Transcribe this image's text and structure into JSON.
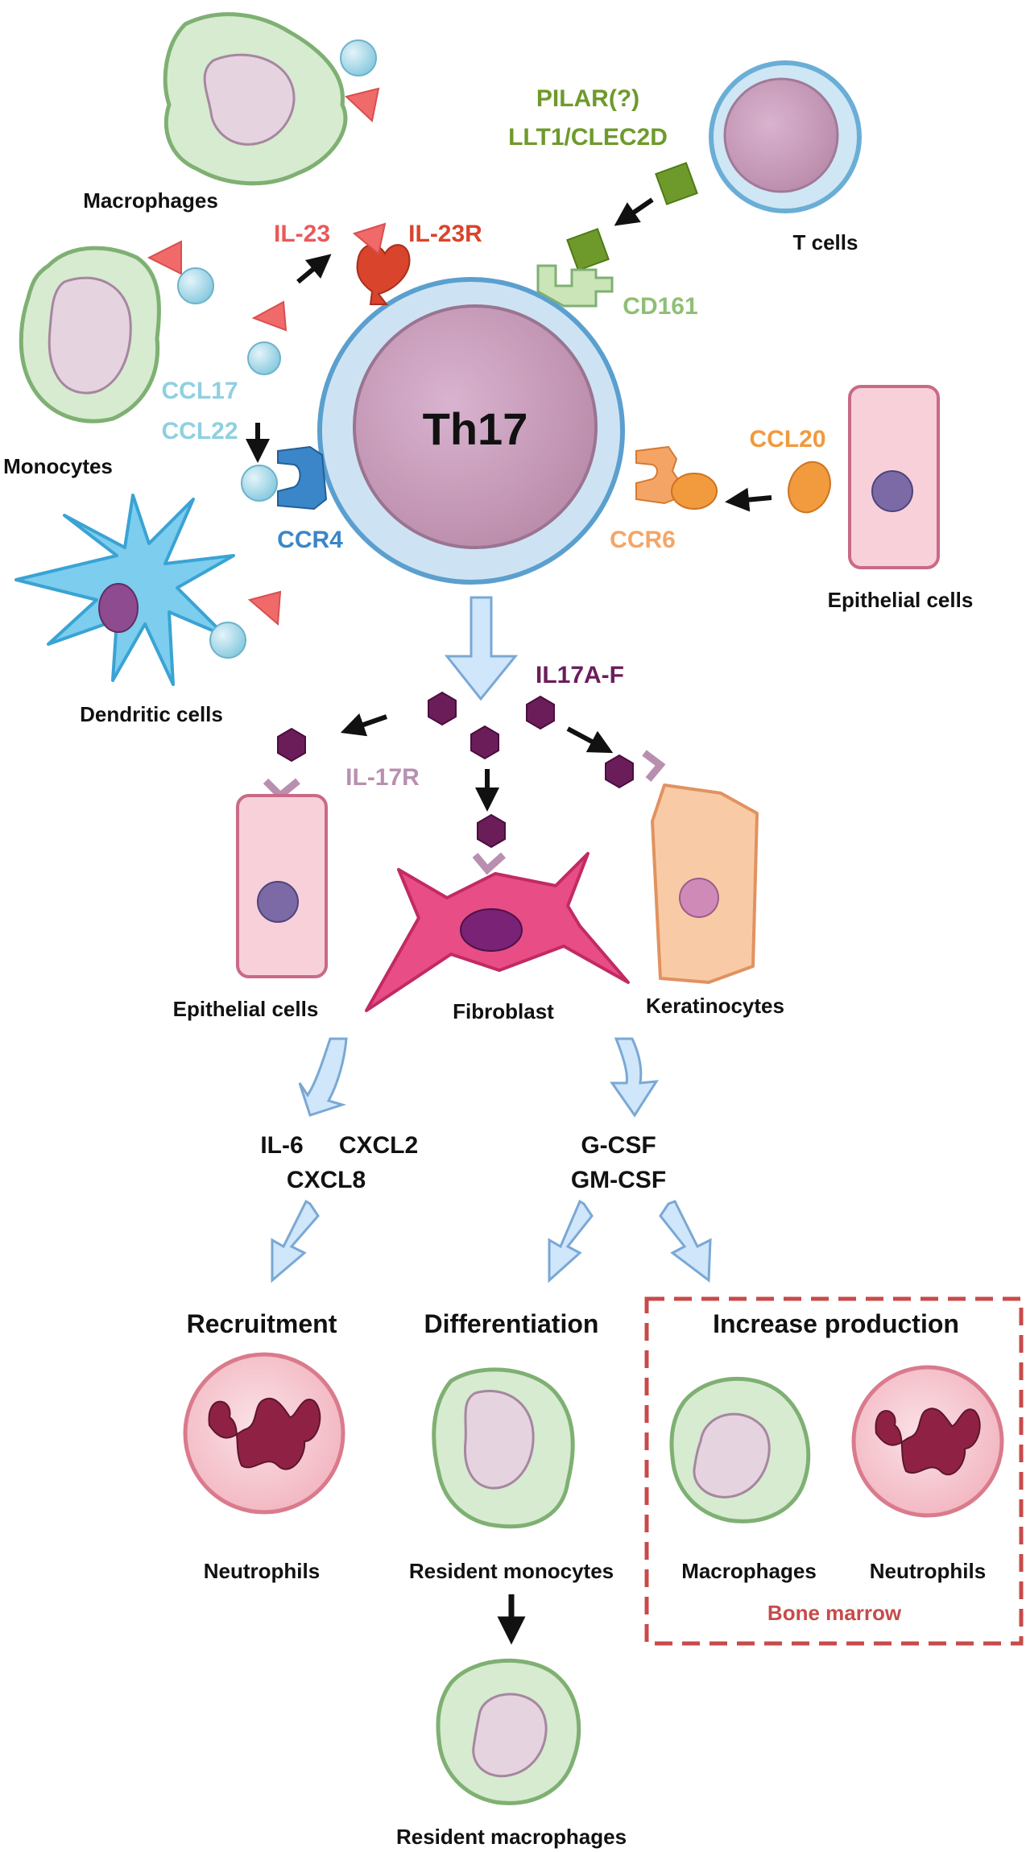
{
  "colors": {
    "il23": "#e85a5a",
    "il23r": "#d9442c",
    "pilar": "#6e9a2b",
    "cd161": "#8fbf75",
    "ccl17": "#8fd0e0",
    "ccr4": "#3a86c9",
    "ccl20": "#f19a3e",
    "ccr6": "#f4a566",
    "il17": "#6b1d5a",
    "il17r": "#b98fb0",
    "bone_marrow": "#c84a4a",
    "arrow_blue": "#cfe6fb"
  },
  "labels": {
    "macrophages_top": "Macrophages",
    "monocytes": "Monocytes",
    "dendritic_cells": "Dendritic cells",
    "t_cells": "T cells",
    "pilar": "PILAR(?)",
    "llt1": "LLT1/CLEC2D",
    "cd161": "CD161",
    "il23": "IL-23",
    "il23r": "IL-23R",
    "ccl17": "CCL17",
    "ccl22": "CCL22",
    "ccr4": "CCR4",
    "th17": "Th17",
    "ccl20": "CCL20",
    "ccr6": "CCR6",
    "epithelial_top": "Epithelial cells",
    "il17af": "IL17A-F",
    "il17r": "IL-17R",
    "epithelial_mid": "Epithelial cells",
    "fibroblast": "Fibroblast",
    "keratinocytes": "Keratinocytes",
    "il6": "IL-6",
    "cxcl2": "CXCL2",
    "cxcl8": "CXCL8",
    "gcsf": "G-CSF",
    "gmcsf": "GM-CSF",
    "recruitment": "Recruitment",
    "differentiation": "Differentiation",
    "increase_production": "Increase production",
    "neutrophils_left": "Neutrophils",
    "resident_monocytes": "Resident monocytes",
    "macrophages_bm": "Macrophages",
    "neutrophils_bm": "Neutrophils",
    "bone_marrow": "Bone marrow",
    "resident_macrophages": "Resident macrophages"
  }
}
